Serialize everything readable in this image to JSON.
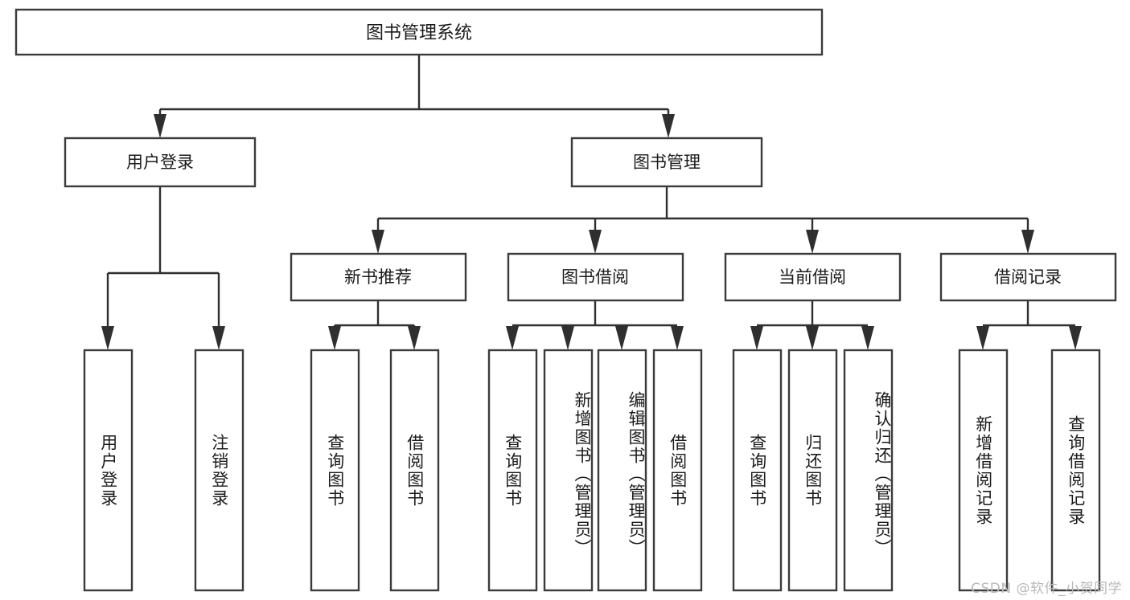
{
  "diagram": {
    "type": "tree-hierarchy-chart",
    "title": "图书管理系统",
    "colors": {
      "box_stroke": "#3b3b3b",
      "box_fill": "#ffffff",
      "connector": "#2f2f2f",
      "text": "#1b1b1b",
      "watermark": "#b9b9b9",
      "background": "#ffffff"
    },
    "levels": {
      "root": {
        "label": "图书管理系统"
      },
      "level2": [
        {
          "label": "用户登录"
        },
        {
          "label": "图书管理"
        }
      ],
      "level3": [
        {
          "label": "新书推荐"
        },
        {
          "label": "图书借阅"
        },
        {
          "label": "当前借阅"
        },
        {
          "label": "借阅记录"
        }
      ]
    },
    "groups": [
      {
        "parent": "用户登录",
        "leaves": [
          {
            "label": "用户登录"
          },
          {
            "label": "注销登录"
          }
        ]
      },
      {
        "parent": "新书推荐",
        "leaves": [
          {
            "label": "查询图书"
          },
          {
            "label": "借阅图书"
          }
        ]
      },
      {
        "parent": "图书借阅",
        "leaves": [
          {
            "label": "查询图书"
          },
          {
            "label": "新增图书（管理员）"
          },
          {
            "label": "编辑图书（管理员）"
          },
          {
            "label": "借阅图书"
          }
        ]
      },
      {
        "parent": "当前借阅",
        "leaves": [
          {
            "label": "查询图书"
          },
          {
            "label": "归还图书"
          },
          {
            "label": "确认归还（管理员）"
          }
        ]
      },
      {
        "parent": "借阅记录",
        "leaves": [
          {
            "label": "新增借阅记录"
          },
          {
            "label": "查询借阅记录"
          }
        ]
      }
    ]
  },
  "watermark": {
    "text": "CSDN @软件_小贺同学"
  }
}
